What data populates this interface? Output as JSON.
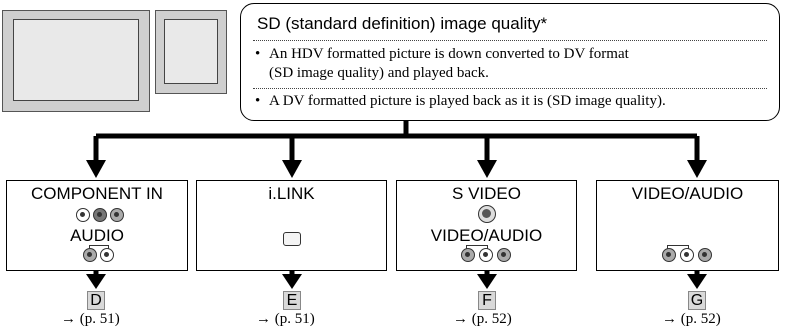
{
  "header": {
    "title": "SD (standard definition) image quality*",
    "bullets": [
      {
        "marker": "•",
        "line1": "An HDV formatted picture is down converted to DV format",
        "line2": "(SD image quality) and played back."
      },
      {
        "marker": "•",
        "line1": "A DV formatted picture is played back as it is (SD image quality).",
        "line2": ""
      }
    ]
  },
  "connections": [
    {
      "title": "COMPONENT IN",
      "subtitle": "AUDIO",
      "letter": "D",
      "ref": "→ (p. 51)"
    },
    {
      "title": "i.LINK",
      "subtitle": "",
      "letter": "E",
      "ref": "→ (p. 51)"
    },
    {
      "title": "S VIDEO",
      "subtitle": "VIDEO/AUDIO",
      "letter": "F",
      "ref": "→ (p. 52)"
    },
    {
      "title": "VIDEO/AUDIO",
      "subtitle": "",
      "letter": "G",
      "ref": "→ (p. 52)"
    }
  ],
  "icons": {
    "tv_wide": "widescreen-tv-icon",
    "tv_standard": "standard-tv-icon",
    "component_jacks": "component-jack-icon",
    "audio_jacks": "audio-jack-icon",
    "ilink_port": "ilink-port-icon",
    "svideo_port": "svideo-port-icon",
    "arrow": "down-arrow-icon"
  }
}
